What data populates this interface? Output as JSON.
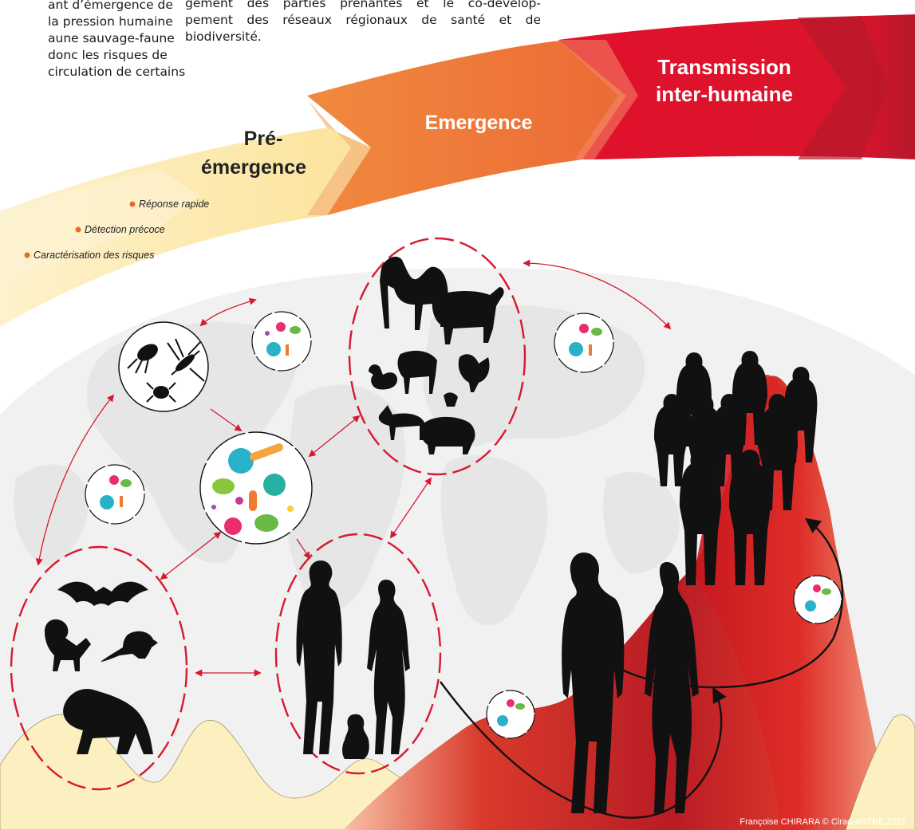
{
  "intro_lines": [
    "ant d’émergence de",
    "la pression humaine",
    "aune sauvage-faune",
    "donc les risques de",
    "circulation de certains"
  ],
  "top_lines": [
    "gement des parties prenantes et le co-dévelop-",
    "pement des réseaux régionaux de santé et de",
    "biodiversité."
  ],
  "stages": {
    "pre_line1": "Pré-",
    "pre_line2": "émergence",
    "emergence": "Emergence",
    "trans_line1": "Transmission",
    "trans_line2": "inter-humaine"
  },
  "actions": [
    "Réponse rapide",
    "Détection précoce",
    "Caractérisation des risques"
  ],
  "credit": "Françoise CHIRARA © Cirad-ASTRE,2021",
  "groups": {
    "vectors": "vectors-group",
    "livestock": "livestock-group",
    "wildlife": "wildlife-group",
    "humans": "human-group",
    "crowd": "human-crowd"
  },
  "colors": {
    "pale_yellow": "#fde9b0",
    "orange": "#ee7a3a",
    "red": "#e0142c",
    "dark_red": "#b3192b",
    "dashed_red": "#d6192f",
    "globe_grey": "#e6e6e6"
  }
}
